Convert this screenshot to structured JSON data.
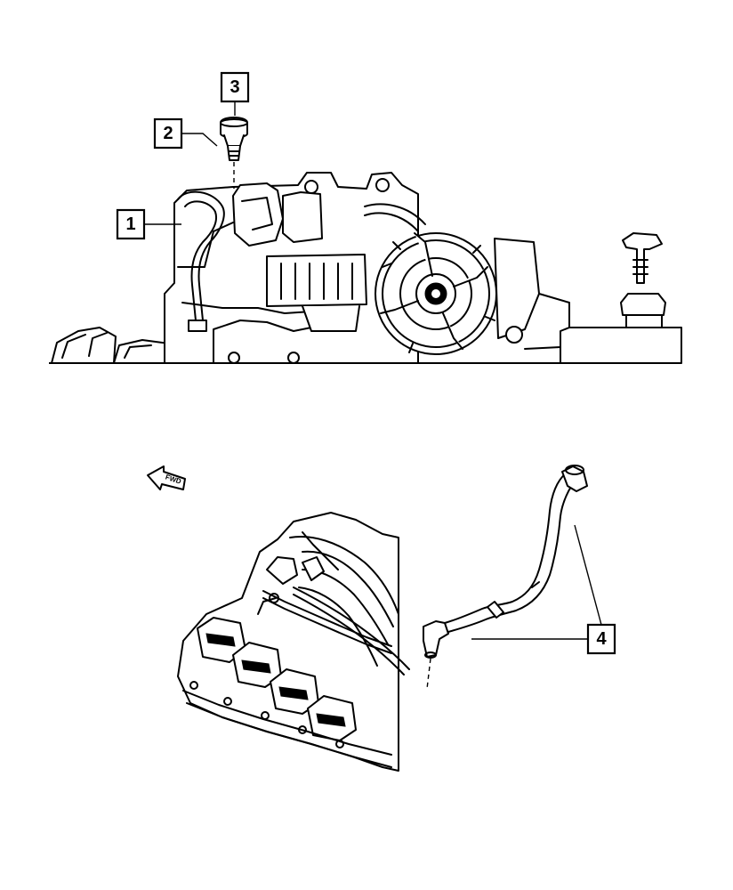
{
  "callouts": [
    {
      "id": "1",
      "label": "1"
    },
    {
      "id": "2",
      "label": "2"
    },
    {
      "id": "3",
      "label": "3"
    },
    {
      "id": "4",
      "label": "4"
    }
  ],
  "direction_arrow": {
    "label": "FWD"
  }
}
